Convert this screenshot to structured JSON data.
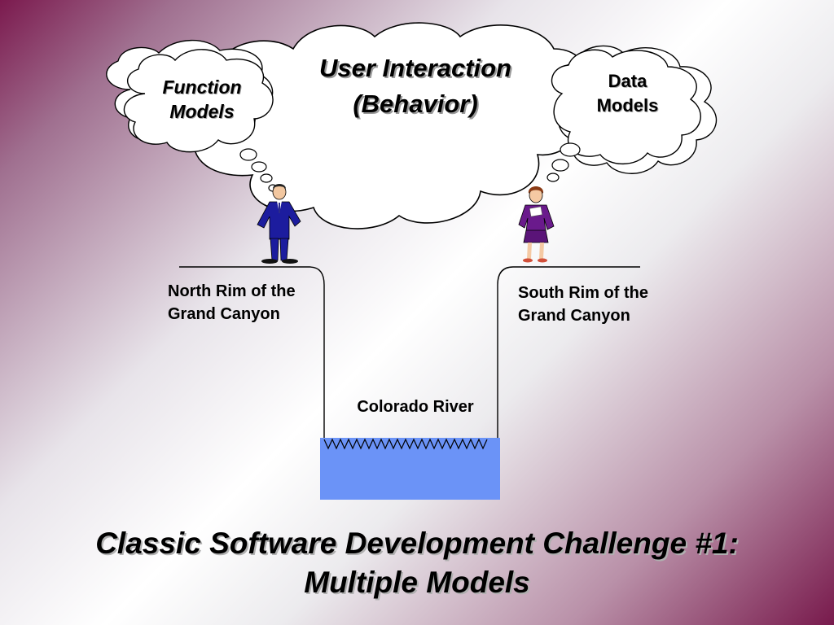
{
  "diagram": {
    "cloud_main": {
      "line1": "User Interaction",
      "line2": "(Behavior)"
    },
    "cloud_function": {
      "line1": "Function",
      "line2": "Models"
    },
    "cloud_data": {
      "line1": "Data",
      "line2": "Models"
    },
    "north_rim": {
      "line1": "North Rim of the",
      "line2": "Grand Canyon"
    },
    "south_rim": {
      "line1": "South Rim of the",
      "line2": "Grand Canyon"
    },
    "river": {
      "label": "Colorado River"
    }
  },
  "slide_title": {
    "line1": "Classic Software Development Challenge #1:",
    "line2": "Multiple Models"
  },
  "colors": {
    "water": "#6b93f7",
    "suit_man": "#1c1c9e",
    "suit_woman": "#6a1a8c",
    "accent_background": "#7a1a4c"
  }
}
